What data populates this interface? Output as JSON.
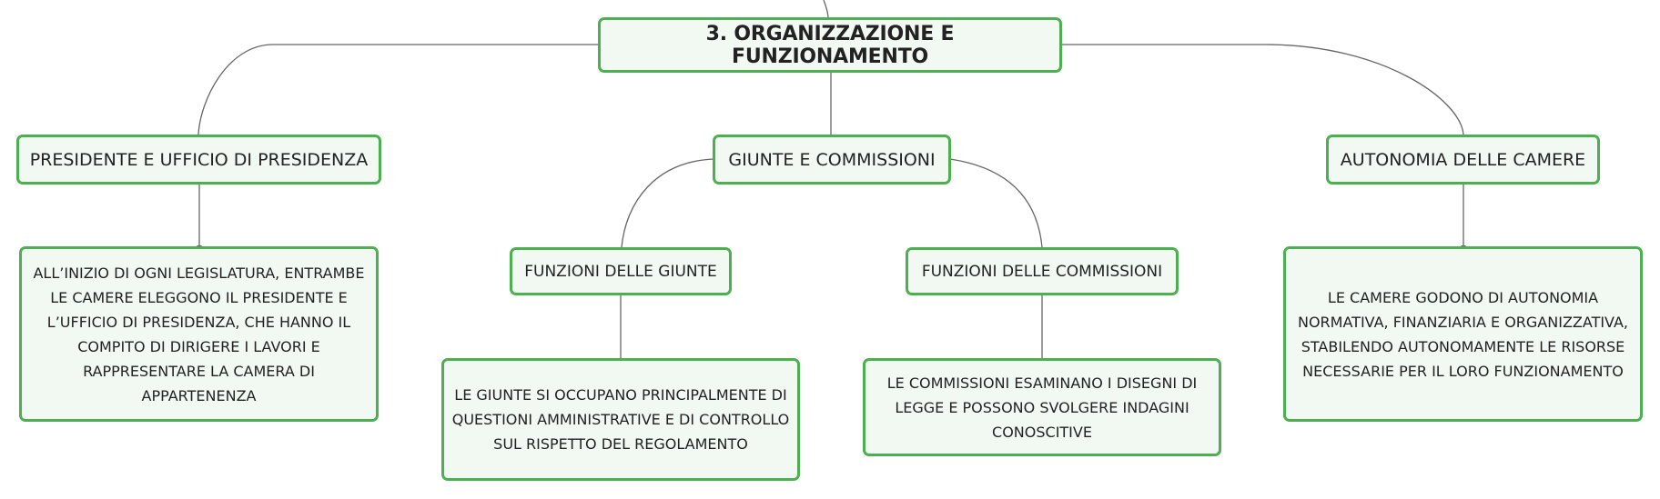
{
  "nodes": {
    "root": "3. ORGANIZZAZIONE E FUNZIONAMENTO",
    "presidente": "PRESIDENTE E UFFICIO DI PRESIDENZA",
    "giunte_commissioni": "GIUNTE E COMMISSIONI",
    "autonomia": "AUTONOMIA DELLE CAMERE",
    "funzioni_giunte": "FUNZIONI DELLE GIUNTE",
    "funzioni_commissioni": "FUNZIONI DELLE COMMISSIONI",
    "presidente_desc": "ALL’INIZIO DI OGNI LEGISLATURA, ENTRAMBE LE CAMERE ELEGGONO IL PRESIDENTE E L’UFFICIO DI PRESIDENZA, CHE HANNO IL COMPITO DI DIRIGERE I LAVORI E RAPPRESENTARE LA CAMERA DI APPARTENENZA",
    "giunte_desc": "LE GIUNTE SI OCCUPANO PRINCIPALMENTE DI QUESTIONI AMMINISTRATIVE E DI CONTROLLO SUL RISPETTO DEL REGOLAMENTO",
    "commissioni_desc": "LE COMMISSIONI ESAMINANO I DISEGNI DI LEGGE E POSSONO SVOLGERE INDAGINI CONOSCITIVE",
    "autonomia_desc": "LE CAMERE GODONO DI AUTONOMIA NORMATIVA, FINANZIARIA E ORGANIZZATIVA, STABILENDO AUTONOMAMENTE LE RISORSE NECESSARIE PER IL LORO FUNZIONAMENTO"
  },
  "colors": {
    "border": "#4caf50",
    "fill": "#f2f9f3",
    "line": "#666666"
  }
}
